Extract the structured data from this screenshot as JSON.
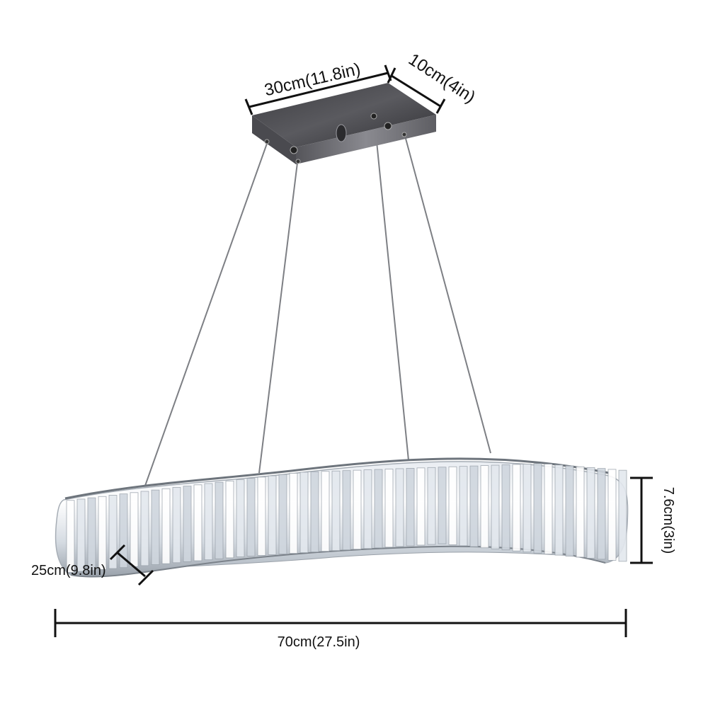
{
  "dimensions": {
    "canopy_length": "30cm(11.8in)",
    "canopy_width": "10cm(4in)",
    "ring_height": "7.6cm(3in)",
    "ring_depth": "25cm(9.8in)",
    "overall_length": "70cm(27.5in)"
  },
  "colors": {
    "canopy_top": "#4e4e52",
    "canopy_front": "#6a6a70",
    "crystal_light": "#f4f7fa",
    "crystal_mid": "#c9d0d8",
    "crystal_dark": "#8e969f",
    "dimension_line": "#111111"
  }
}
